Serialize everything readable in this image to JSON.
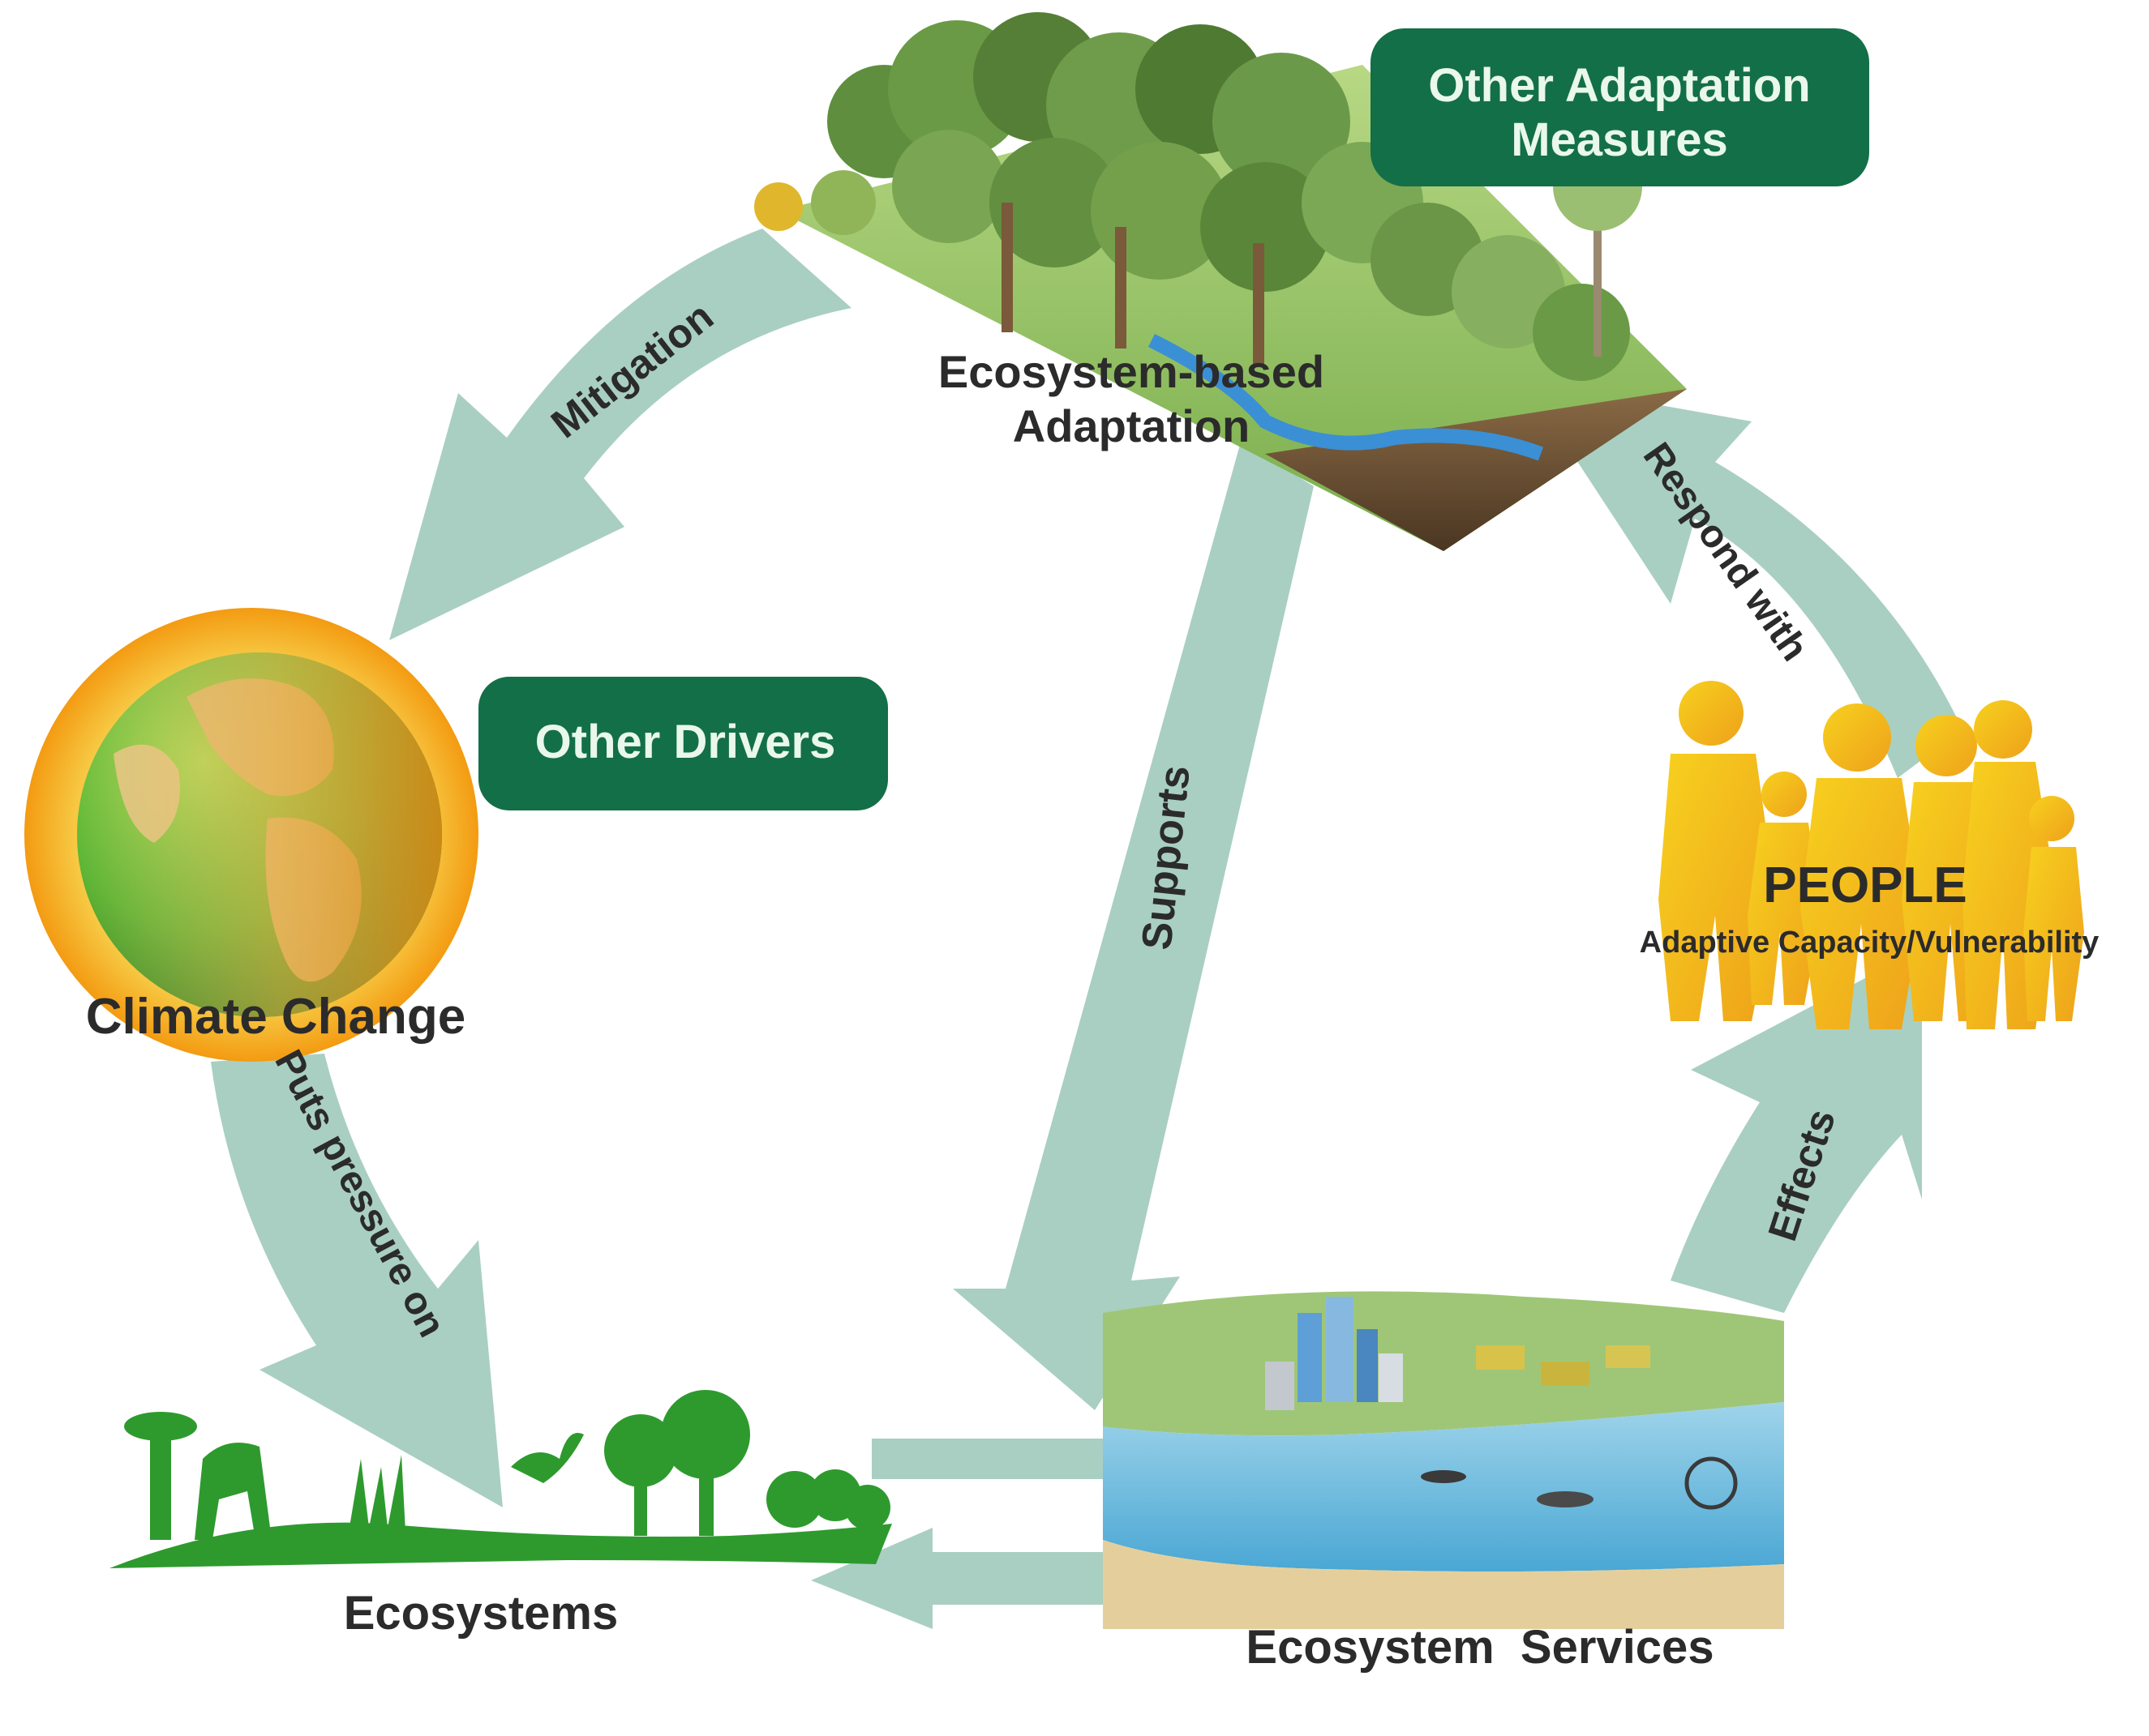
{
  "colors": {
    "arrow": "#a9cfc2",
    "box": "#136f47",
    "box_text": "#e9f7ec",
    "label": "#2b2b2b",
    "ecosystem_green": "#2e9a2e",
    "people_gold": "#f2b81c",
    "globe_ring": "#f5b41c"
  },
  "nodes": {
    "climate_change": "Climate Change",
    "ecosystems": "Ecosystems",
    "ecosystem_services": "Ecosystem  Services",
    "people_title": "PEOPLE",
    "people_subtitle": "Adaptive Capacity/Vulnerability",
    "eba_line1": "Ecosystem-based",
    "eba_line2": "Adaptation"
  },
  "boxes": {
    "other_adaptation_line1": "Other Adaptation",
    "other_adaptation_line2": "Measures",
    "other_drivers": "Other Drivers"
  },
  "arrows": {
    "mitigation": "Mitigation",
    "puts_pressure_on": "Puts pressure on",
    "supports": "Supports",
    "respond_with": "Respond with",
    "effects": "Effects"
  },
  "icons": {
    "globe": "globe-icon",
    "forest": "forest-landscape",
    "people": "people-silhouettes-icon",
    "ecosystem_silhouette": "ecosystem-silhouette-icon",
    "coastal_scene": "coastal-city-scene"
  }
}
